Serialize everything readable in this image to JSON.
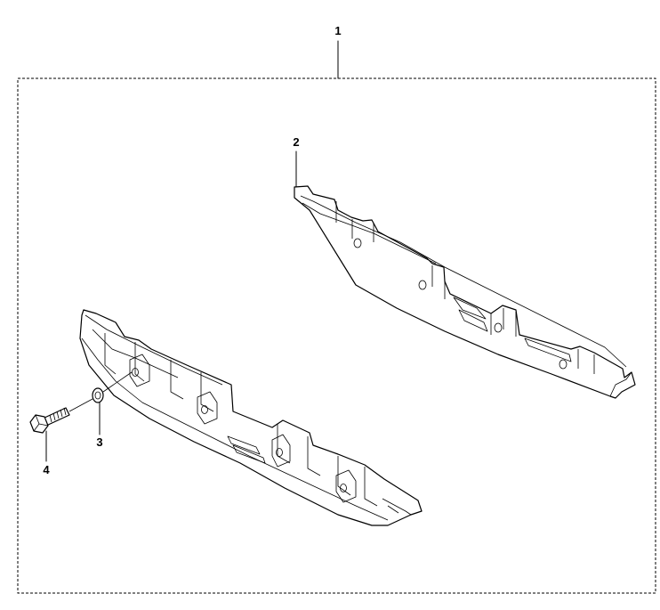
{
  "callouts": {
    "assembly": "1",
    "rail_upper": "2",
    "washer": "3",
    "bolt": "4"
  }
}
